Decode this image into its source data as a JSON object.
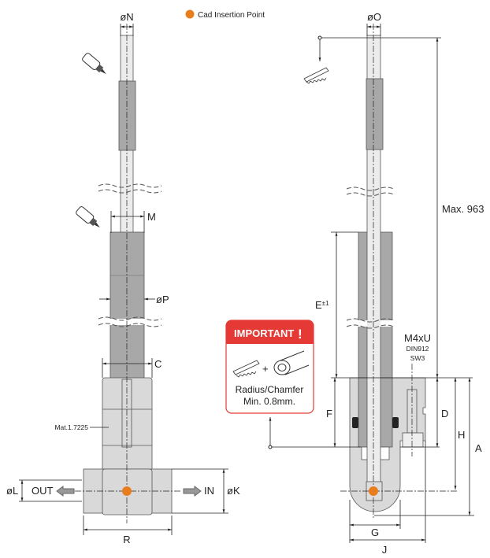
{
  "legend": {
    "label": "Cad Insertion Point",
    "color": "#e87d1e"
  },
  "left_view": {
    "dim_N": "øN",
    "dim_M": "M",
    "dim_P": "øP",
    "dim_C": "C",
    "material": "Mat.1.7225",
    "dim_R": "R",
    "dim_L": "øL",
    "dim_K": "øK",
    "out_label": "OUT",
    "in_label": "IN"
  },
  "right_view": {
    "dim_O": "øO",
    "max_length": "Max. 963",
    "dim_E": "E",
    "dim_E_tol": "±1",
    "screw": "M4xU",
    "screw_std": "DIN912",
    "screw_sw": "SW3",
    "dim_F": "F",
    "dim_D": "D",
    "dim_H": "H",
    "dim_A": "A",
    "dim_G": "G",
    "dim_J": "J"
  },
  "important_box": {
    "title": "IMPORTANT",
    "mark": "!",
    "line1": "Radius/Chamfer",
    "line2": "Min. 0.8mm.",
    "color": "#e53935"
  }
}
